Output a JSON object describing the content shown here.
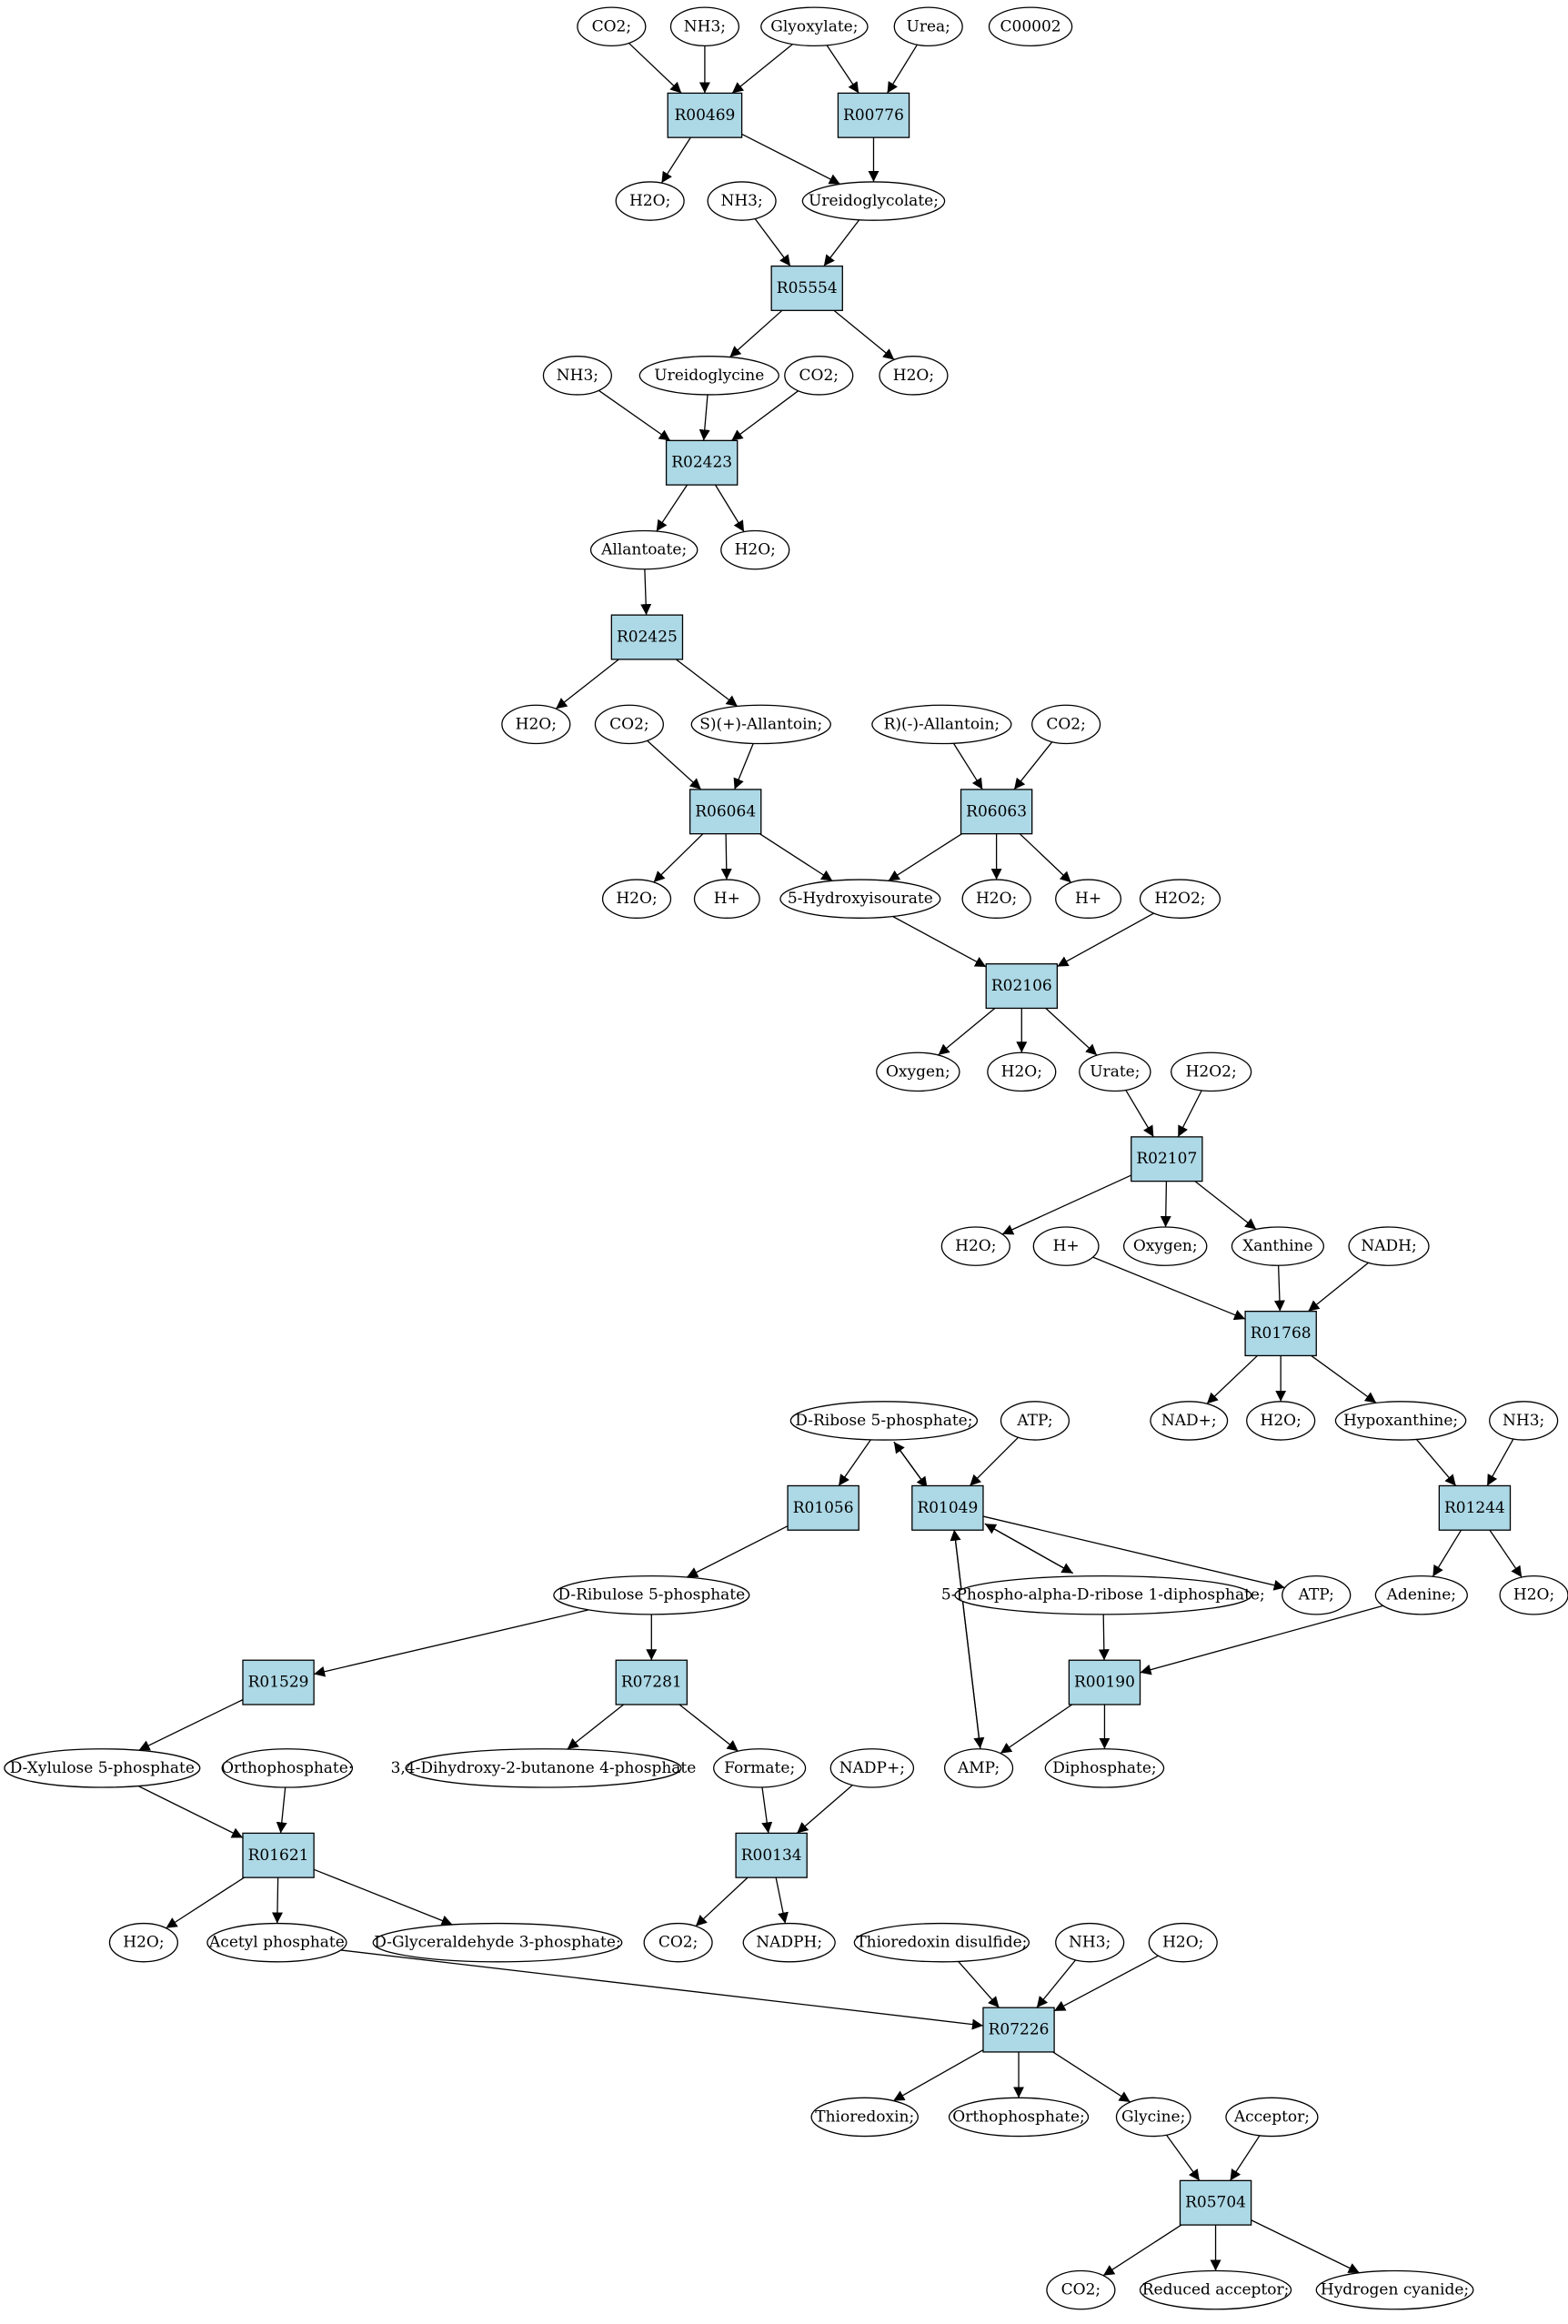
{
  "diagram": {
    "nodes": [
      {
        "id": "c_co2_1",
        "label": "CO2;",
        "kind": "compound"
      },
      {
        "id": "c_nh3_1",
        "label": "NH3;",
        "kind": "compound"
      },
      {
        "id": "c_glyox",
        "label": "Glyoxylate;",
        "kind": "compound"
      },
      {
        "id": "c_urea",
        "label": "Urea;",
        "kind": "compound"
      },
      {
        "id": "c_c00002",
        "label": "C00002",
        "kind": "highlight-yellow"
      },
      {
        "id": "r_R00469",
        "label": "R00469",
        "kind": "reaction"
      },
      {
        "id": "r_R00776",
        "label": "R00776",
        "kind": "reaction"
      },
      {
        "id": "c_h2o_1",
        "label": "H2O;",
        "kind": "compound"
      },
      {
        "id": "c_nh3_2",
        "label": "NH3;",
        "kind": "compound"
      },
      {
        "id": "c_ureidoglycolate",
        "label": "Ureidoglycolate;",
        "kind": "compound"
      },
      {
        "id": "r_R05554",
        "label": "R05554",
        "kind": "reaction"
      },
      {
        "id": "c_nh3_3",
        "label": "NH3;",
        "kind": "compound"
      },
      {
        "id": "c_ureidoglycine",
        "label": "Ureidoglycine",
        "kind": "compound"
      },
      {
        "id": "c_co2_2",
        "label": "CO2;",
        "kind": "compound"
      },
      {
        "id": "c_h2o_2",
        "label": "H2O;",
        "kind": "compound"
      },
      {
        "id": "r_R02423",
        "label": "R02423",
        "kind": "reaction"
      },
      {
        "id": "c_allantoate",
        "label": "Allantoate;",
        "kind": "compound"
      },
      {
        "id": "c_h2o_3",
        "label": "H2O;",
        "kind": "compound"
      },
      {
        "id": "r_R02425",
        "label": "R02425",
        "kind": "reaction"
      },
      {
        "id": "c_h2o_4",
        "label": "H2O;",
        "kind": "compound"
      },
      {
        "id": "c_co2_3",
        "label": "CO2;",
        "kind": "compound"
      },
      {
        "id": "c_s_allantoin",
        "label": "S)(+)-Allantoin;",
        "kind": "compound"
      },
      {
        "id": "c_r_allantoin",
        "label": "R)(-)-Allantoin;",
        "kind": "compound"
      },
      {
        "id": "c_co2_4",
        "label": "CO2;",
        "kind": "compound"
      },
      {
        "id": "r_R06064",
        "label": "R06064",
        "kind": "reaction"
      },
      {
        "id": "r_R06063",
        "label": "R06063",
        "kind": "reaction"
      },
      {
        "id": "c_h2o_5",
        "label": "H2O;",
        "kind": "compound"
      },
      {
        "id": "c_hplus_1",
        "label": "H+",
        "kind": "compound"
      },
      {
        "id": "c_5hiu",
        "label": "5-Hydroxyisourate",
        "kind": "compound"
      },
      {
        "id": "c_h2o_6",
        "label": "H2O;",
        "kind": "compound"
      },
      {
        "id": "c_hplus_2",
        "label": "H+",
        "kind": "compound"
      },
      {
        "id": "c_h2o2_1",
        "label": "H2O2;",
        "kind": "compound"
      },
      {
        "id": "r_R02106",
        "label": "R02106",
        "kind": "reaction"
      },
      {
        "id": "c_oxygen_1",
        "label": "Oxygen;",
        "kind": "compound"
      },
      {
        "id": "c_h2o_7",
        "label": "H2O;",
        "kind": "compound"
      },
      {
        "id": "c_urate",
        "label": "Urate;",
        "kind": "compound"
      },
      {
        "id": "c_h2o2_2",
        "label": "H2O2;",
        "kind": "compound"
      },
      {
        "id": "r_R02107",
        "label": "R02107",
        "kind": "reaction"
      },
      {
        "id": "c_h2o_8",
        "label": "H2O;",
        "kind": "compound"
      },
      {
        "id": "c_hplus_3",
        "label": "H+",
        "kind": "compound"
      },
      {
        "id": "c_oxygen_2",
        "label": "Oxygen;",
        "kind": "compound"
      },
      {
        "id": "c_xanthine",
        "label": "Xanthine",
        "kind": "compound"
      },
      {
        "id": "c_nadh",
        "label": "NADH;",
        "kind": "compound"
      },
      {
        "id": "r_R01768",
        "label": "R01768",
        "kind": "reaction"
      },
      {
        "id": "c_nadplus",
        "label": "NAD+;",
        "kind": "compound"
      },
      {
        "id": "c_h2o_9",
        "label": "H2O;",
        "kind": "compound"
      },
      {
        "id": "c_hypoxanthine",
        "label": "Hypoxanthine;",
        "kind": "compound"
      },
      {
        "id": "c_nh3_4",
        "label": "NH3;",
        "kind": "compound"
      },
      {
        "id": "c_ribose5p",
        "label": "D-Ribose 5-phosphate;",
        "kind": "highlight-green"
      },
      {
        "id": "c_atp_1",
        "label": "ATP;",
        "kind": "compound"
      },
      {
        "id": "r_R01056",
        "label": "R01056",
        "kind": "reaction"
      },
      {
        "id": "r_R01049",
        "label": "R01049",
        "kind": "reaction"
      },
      {
        "id": "r_R01244",
        "label": "R01244",
        "kind": "reaction"
      },
      {
        "id": "c_ribulose5p",
        "label": "D-Ribulose 5-phosphate",
        "kind": "compound"
      },
      {
        "id": "c_prpp",
        "label": "5-Phospho-alpha-D-ribose 1-diphosphate;",
        "kind": "compound"
      },
      {
        "id": "c_atp_2",
        "label": "ATP;",
        "kind": "compound"
      },
      {
        "id": "c_adenine",
        "label": "Adenine;",
        "kind": "compound"
      },
      {
        "id": "c_h2o_10",
        "label": "H2O;",
        "kind": "compound"
      },
      {
        "id": "r_R01529",
        "label": "R01529",
        "kind": "reaction"
      },
      {
        "id": "r_R07281",
        "label": "R07281",
        "kind": "reaction"
      },
      {
        "id": "r_R00190",
        "label": "R00190",
        "kind": "reaction"
      },
      {
        "id": "c_xylulose5p",
        "label": "D-Xylulose 5-phosphate",
        "kind": "compound"
      },
      {
        "id": "c_orthophosphate_1",
        "label": "Orthophosphate;",
        "kind": "compound"
      },
      {
        "id": "c_dhbp",
        "label": "3,4-Dihydroxy-2-butanone 4-phosphate",
        "kind": "compound"
      },
      {
        "id": "c_formate",
        "label": "Formate;",
        "kind": "compound"
      },
      {
        "id": "c_nadpplus",
        "label": "NADP+;",
        "kind": "compound"
      },
      {
        "id": "c_amp",
        "label": "AMP;",
        "kind": "compound"
      },
      {
        "id": "c_diphosphate",
        "label": "Diphosphate;",
        "kind": "compound"
      },
      {
        "id": "r_R01621",
        "label": "R01621",
        "kind": "reaction"
      },
      {
        "id": "r_R00134",
        "label": "R00134",
        "kind": "reaction"
      },
      {
        "id": "c_h2o_11",
        "label": "H2O;",
        "kind": "compound"
      },
      {
        "id": "c_acetylp",
        "label": "Acetyl phosphate",
        "kind": "compound"
      },
      {
        "id": "c_g3p",
        "label": "D-Glyceraldehyde 3-phosphate;",
        "kind": "compound"
      },
      {
        "id": "c_co2_5",
        "label": "CO2;",
        "kind": "compound"
      },
      {
        "id": "c_nadph",
        "label": "NADPH;",
        "kind": "compound"
      },
      {
        "id": "c_trx_ss",
        "label": "Thioredoxin disulfide;",
        "kind": "compound"
      },
      {
        "id": "c_nh3_5",
        "label": "NH3;",
        "kind": "compound"
      },
      {
        "id": "c_h2o_12",
        "label": "H2O;",
        "kind": "compound"
      },
      {
        "id": "r_R07226",
        "label": "R07226",
        "kind": "reaction"
      },
      {
        "id": "c_thioredoxin",
        "label": "Thioredoxin;",
        "kind": "compound"
      },
      {
        "id": "c_orthophosphate_2",
        "label": "Orthophosphate;",
        "kind": "compound"
      },
      {
        "id": "c_glycine",
        "label": "Glycine;",
        "kind": "compound"
      },
      {
        "id": "c_acceptor",
        "label": "Acceptor;",
        "kind": "compound"
      },
      {
        "id": "r_R05704",
        "label": "R05704",
        "kind": "reaction"
      },
      {
        "id": "c_co2_6",
        "label": "CO2;",
        "kind": "compound"
      },
      {
        "id": "c_reduced_acceptor",
        "label": "Reduced acceptor;",
        "kind": "compound"
      },
      {
        "id": "c_hcn",
        "label": "Hydrogen cyanide;",
        "kind": "compound"
      }
    ],
    "edges": [
      [
        "c_co2_1",
        "r_R00469"
      ],
      [
        "c_nh3_1",
        "r_R00469"
      ],
      [
        "c_glyox",
        "r_R00469"
      ],
      [
        "c_glyox",
        "r_R00776"
      ],
      [
        "c_urea",
        "r_R00776"
      ],
      [
        "r_R00469",
        "c_h2o_1"
      ],
      [
        "r_R00469",
        "c_ureidoglycolate"
      ],
      [
        "r_R00776",
        "c_ureidoglycolate"
      ],
      [
        "c_nh3_2",
        "r_R05554"
      ],
      [
        "c_ureidoglycolate",
        "r_R05554"
      ],
      [
        "r_R05554",
        "c_ureidoglycine"
      ],
      [
        "r_R05554",
        "c_h2o_2"
      ],
      [
        "c_nh3_3",
        "r_R02423"
      ],
      [
        "c_ureidoglycine",
        "r_R02423"
      ],
      [
        "c_co2_2",
        "r_R02423"
      ],
      [
        "r_R02423",
        "c_allantoate"
      ],
      [
        "r_R02423",
        "c_h2o_3"
      ],
      [
        "c_allantoate",
        "r_R02425"
      ],
      [
        "r_R02425",
        "c_h2o_4"
      ],
      [
        "r_R02425",
        "c_s_allantoin"
      ],
      [
        "c_co2_3",
        "r_R06064"
      ],
      [
        "c_s_allantoin",
        "r_R06064"
      ],
      [
        "c_r_allantoin",
        "r_R06063"
      ],
      [
        "c_co2_4",
        "r_R06063"
      ],
      [
        "r_R06064",
        "c_h2o_5"
      ],
      [
        "r_R06064",
        "c_hplus_1"
      ],
      [
        "r_R06064",
        "c_5hiu"
      ],
      [
        "r_R06063",
        "c_5hiu"
      ],
      [
        "r_R06063",
        "c_h2o_6"
      ],
      [
        "r_R06063",
        "c_hplus_2"
      ],
      [
        "c_5hiu",
        "r_R02106"
      ],
      [
        "c_h2o2_1",
        "r_R02106"
      ],
      [
        "r_R02106",
        "c_oxygen_1"
      ],
      [
        "r_R02106",
        "c_h2o_7"
      ],
      [
        "r_R02106",
        "c_urate"
      ],
      [
        "c_urate",
        "r_R02107"
      ],
      [
        "c_h2o2_2",
        "r_R02107"
      ],
      [
        "r_R02107",
        "c_h2o_8"
      ],
      [
        "r_R02107",
        "c_oxygen_2"
      ],
      [
        "r_R02107",
        "c_xanthine"
      ],
      [
        "c_hplus_3",
        "r_R01768"
      ],
      [
        "c_xanthine",
        "r_R01768"
      ],
      [
        "c_nadh",
        "r_R01768"
      ],
      [
        "r_R01768",
        "c_nadplus"
      ],
      [
        "r_R01768",
        "c_h2o_9"
      ],
      [
        "r_R01768",
        "c_hypoxanthine"
      ],
      [
        "c_hypoxanthine",
        "r_R01244"
      ],
      [
        "c_nh3_4",
        "r_R01244"
      ],
      [
        "r_R01244",
        "c_adenine"
      ],
      [
        "r_R01244",
        "c_h2o_10"
      ],
      [
        "c_ribose5p",
        "r_R01056"
      ],
      [
        "c_ribose5p",
        "r_R01049"
      ],
      [
        "r_R01049",
        "c_ribose5p"
      ],
      [
        "c_atp_1",
        "r_R01049"
      ],
      [
        "r_R01049",
        "c_prpp"
      ],
      [
        "c_prpp",
        "r_R01049"
      ],
      [
        "r_R01049",
        "c_atp_2"
      ],
      [
        "r_R01049",
        "c_amp"
      ],
      [
        "c_amp",
        "r_R01049"
      ],
      [
        "r_R01056",
        "c_ribulose5p"
      ],
      [
        "c_ribulose5p",
        "r_R01529"
      ],
      [
        "c_ribulose5p",
        "r_R07281"
      ],
      [
        "c_prpp",
        "r_R00190"
      ],
      [
        "c_adenine",
        "r_R00190"
      ],
      [
        "r_R00190",
        "c_amp"
      ],
      [
        "r_R00190",
        "c_diphosphate"
      ],
      [
        "r_R01529",
        "c_xylulose5p"
      ],
      [
        "r_R07281",
        "c_dhbp"
      ],
      [
        "r_R07281",
        "c_formate"
      ],
      [
        "c_xylulose5p",
        "r_R01621"
      ],
      [
        "c_orthophosphate_1",
        "r_R01621"
      ],
      [
        "c_formate",
        "r_R00134"
      ],
      [
        "c_nadpplus",
        "r_R00134"
      ],
      [
        "r_R01621",
        "c_h2o_11"
      ],
      [
        "r_R01621",
        "c_acetylp"
      ],
      [
        "r_R01621",
        "c_g3p"
      ],
      [
        "r_R00134",
        "c_co2_5"
      ],
      [
        "r_R00134",
        "c_nadph"
      ],
      [
        "c_acetylp",
        "r_R07226"
      ],
      [
        "c_trx_ss",
        "r_R07226"
      ],
      [
        "c_nh3_5",
        "r_R07226"
      ],
      [
        "c_h2o_12",
        "r_R07226"
      ],
      [
        "r_R07226",
        "c_thioredoxin"
      ],
      [
        "r_R07226",
        "c_orthophosphate_2"
      ],
      [
        "r_R07226",
        "c_glycine"
      ],
      [
        "c_glycine",
        "r_R05704"
      ],
      [
        "c_acceptor",
        "r_R05704"
      ],
      [
        "r_R05704",
        "c_co2_6"
      ],
      [
        "r_R05704",
        "c_reduced_acceptor"
      ],
      [
        "r_R05704",
        "c_hcn"
      ]
    ]
  },
  "colors": {
    "reaction_fill": "#add8e6",
    "compound_fill": "#ffffff",
    "highlight_yellow": "#ffff00",
    "highlight_green": "#00ff00",
    "stroke": "#000000"
  }
}
